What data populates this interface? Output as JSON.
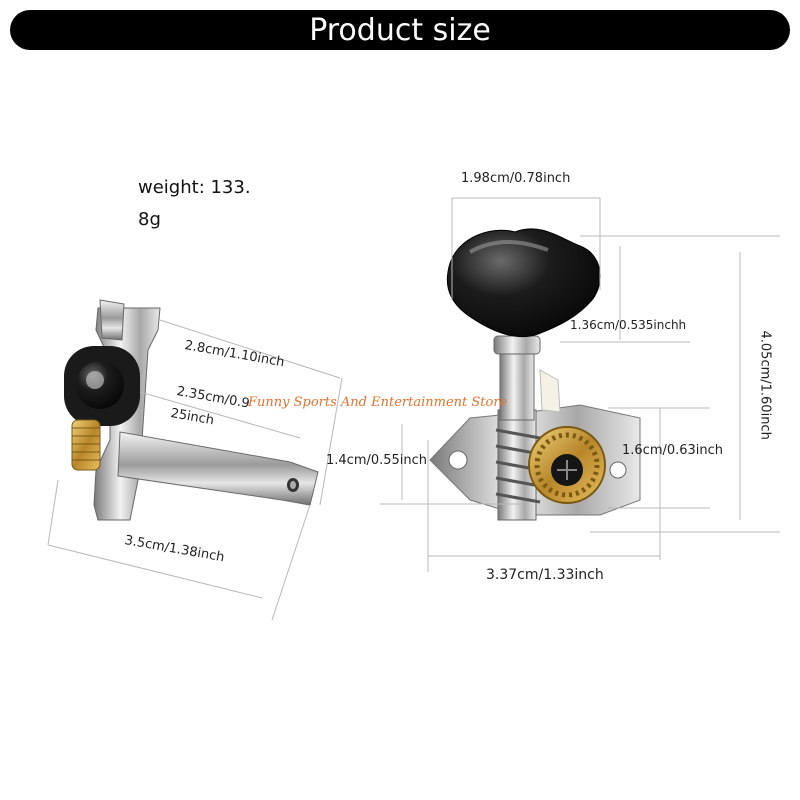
{
  "banner": {
    "title": "Product size"
  },
  "weight": {
    "line1": "weight: 133.",
    "line2": "8g"
  },
  "watermark": "Funny Sports And Entertainment Store",
  "left_tuner": {
    "dim_length_total": "2.8cm/1.10inch",
    "dim_post_length_a": "2.35cm/0.9",
    "dim_post_length_b": "25inch",
    "dim_height": "1.4cm/0.55inch",
    "dim_width": "3.5cm/1.38inch"
  },
  "right_tuner": {
    "dim_button_width": "1.98cm/0.78inch",
    "dim_button_height": "1.36cm/0.535inchh",
    "dim_total_height": "4.05cm/1.60inch",
    "dim_gear": "1.6cm/0.63inch",
    "dim_plate_width": "3.37cm/1.33inch"
  },
  "colors": {
    "banner": "#000000",
    "watermark": "#e0732e",
    "chrome": "#c8c8c8",
    "brass": "#c9a13c",
    "button": "#1a1a1a"
  }
}
